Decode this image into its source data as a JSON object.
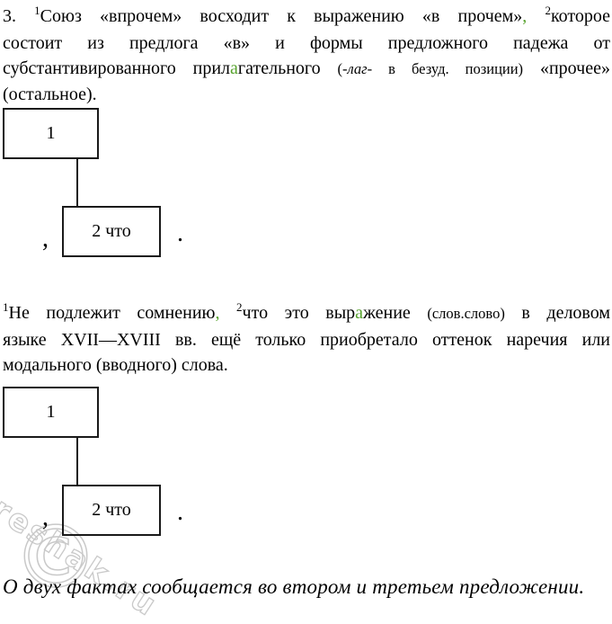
{
  "colors": {
    "accent_green": "#58a32f",
    "box_border": "#1a1a1a",
    "watermark": "#c9c9c9"
  },
  "paragraph1": {
    "lines": [
      [
        {
          "t": "3. "
        },
        {
          "t": "1",
          "s": "sup"
        },
        {
          "t": "Союз «впрочем» восходит к выражению «в прочем»"
        },
        {
          "t": ",",
          "s": "green"
        },
        {
          "t": " "
        },
        {
          "t": "2",
          "s": "sup"
        },
        {
          "t": "которое"
        }
      ],
      [
        {
          "t": "состоит из предлога «в» и формы предложного падежа от"
        }
      ],
      [
        {
          "t": "субстантивированного прил"
        },
        {
          "t": "а",
          "s": "green"
        },
        {
          "t": "гательного "
        },
        {
          "t": "(",
          "s": "small"
        },
        {
          "t": "-лаг-",
          "s": "smallit"
        },
        {
          "t": " в безуд. позиции)",
          "s": "small"
        },
        {
          "t": " «прочее»"
        }
      ],
      [
        {
          "t": "(остальное)."
        }
      ]
    ]
  },
  "diagram1": {
    "box1_label": "1",
    "box2_label": "2 что",
    "comma": ",",
    "period": "."
  },
  "paragraph2": {
    "lines": [
      [
        {
          "t": "1",
          "s": "sup"
        },
        {
          "t": "Не подлежит сомнению"
        },
        {
          "t": ",",
          "s": "green"
        },
        {
          "t": " "
        },
        {
          "t": "2",
          "s": "sup"
        },
        {
          "t": "что это выр"
        },
        {
          "t": "а",
          "s": "green"
        },
        {
          "t": "жение "
        },
        {
          "t": "(слов.слово)",
          "s": "small"
        },
        {
          "t": " в деловом"
        }
      ],
      [
        {
          "t": "языке XVII—XVIII вв. ещё только приобретало оттенок наречия или"
        }
      ],
      [
        {
          "t": "модального (вводного) слова."
        }
      ]
    ]
  },
  "diagram2": {
    "box1_label": "1",
    "box2_label": "2 что",
    "comma": ",",
    "period": "."
  },
  "footer": {
    "text": "О двух фактах сообщается во втором и третьем предложении."
  },
  "watermark": {
    "text": "reshak.ru",
    "copyright": "©"
  }
}
